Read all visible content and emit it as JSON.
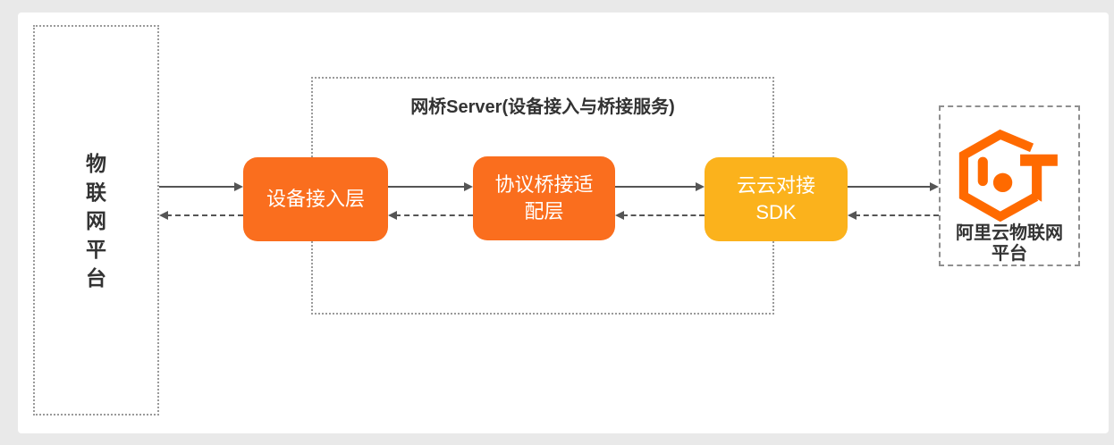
{
  "diagram": {
    "left_platform": {
      "label": "物\n联\n网\n平\n台"
    },
    "bridge_server": {
      "title": "网桥Server(设备接入与桥接服务)"
    },
    "layers": {
      "device_access": {
        "label": "设备接入层"
      },
      "protocol_bridge": {
        "label": "协议桥接适\n配层"
      },
      "cloud_sdk": {
        "label": "云云对接\nSDK"
      }
    },
    "aliyun_platform": {
      "label": "阿里云物联网\n平台",
      "logo_icon": "aliyun-iot-logo"
    },
    "arrows": {
      "forward_style": "solid",
      "return_style": "dashed"
    },
    "colors": {
      "layer_orange": "#FA6E1E",
      "sdk_amber": "#FBB21C",
      "logo_orange": "#FF6A00",
      "arrow_gray": "#555555",
      "dotted_border": "#9a9a9a",
      "dashed_border": "#8f8f8f",
      "text_dark": "#333333",
      "canvas_bg": "#ffffff",
      "page_bg": "#e9e9e9"
    }
  }
}
